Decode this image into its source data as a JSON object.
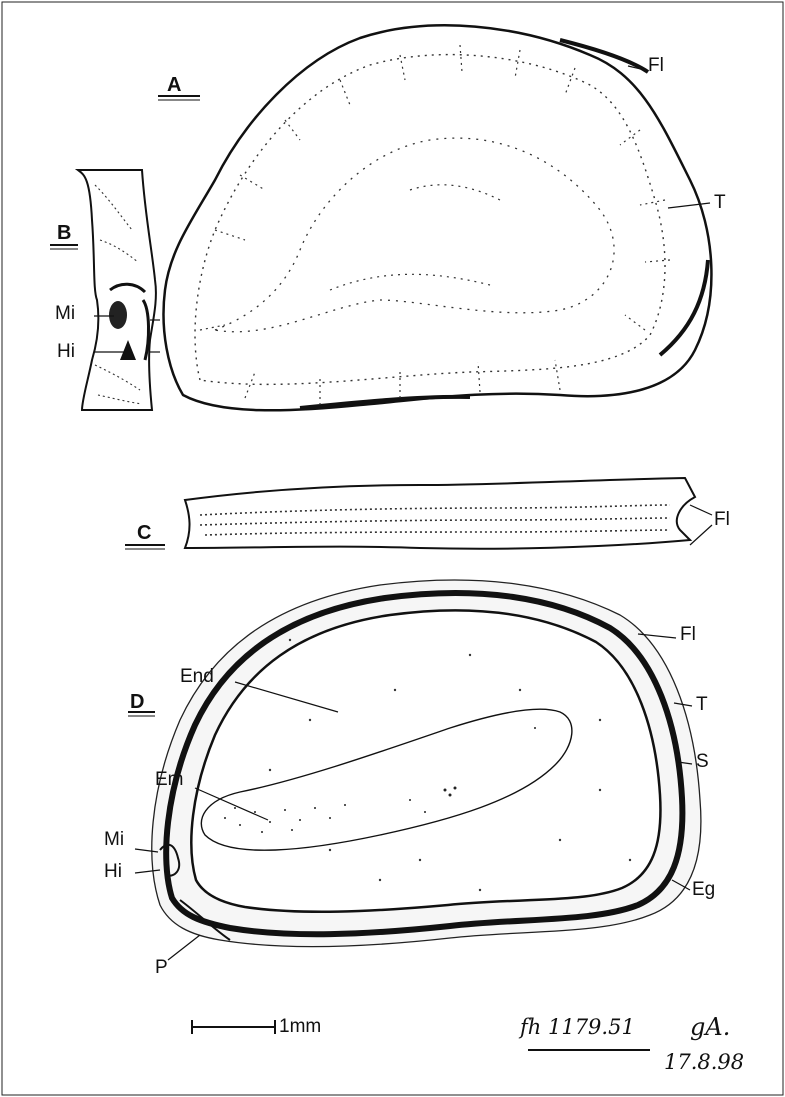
{
  "panels": {
    "a": "A",
    "b": "B",
    "c": "C",
    "d": "D"
  },
  "labels_A": {
    "fl": "Fl",
    "t": "T"
  },
  "labels_B": {
    "mi": "Mi",
    "hi": "Hi"
  },
  "labels_C": {
    "fl": "Fl"
  },
  "labels_D": {
    "fl": "Fl",
    "t": "T",
    "s": "S",
    "eg": "Eg",
    "end": "End",
    "em": "Em",
    "mi": "Mi",
    "hi": "Hi",
    "p": "P"
  },
  "scale": {
    "label": "1mm"
  },
  "annotation": {
    "specimen": "fh 1179.51",
    "initials": "gA.",
    "date": "17.8.98"
  }
}
